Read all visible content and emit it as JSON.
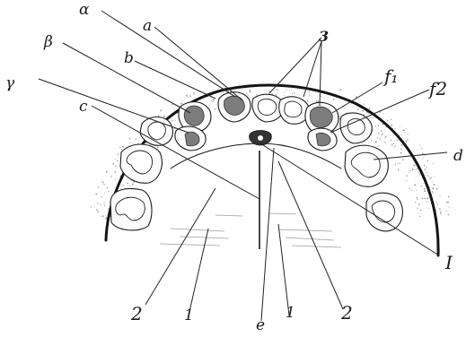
{
  "figure": {
    "labels": {
      "alpha": "α",
      "a": "a",
      "beta": "β",
      "b": "b",
      "gamma": "γ",
      "c": "c",
      "three": "3",
      "f1": "f₁",
      "f2": "f2",
      "d": "d",
      "I": "I",
      "two_left": "2",
      "one_left": "1",
      "e": "e",
      "one_right": "1",
      "two_right": "2"
    }
  }
}
